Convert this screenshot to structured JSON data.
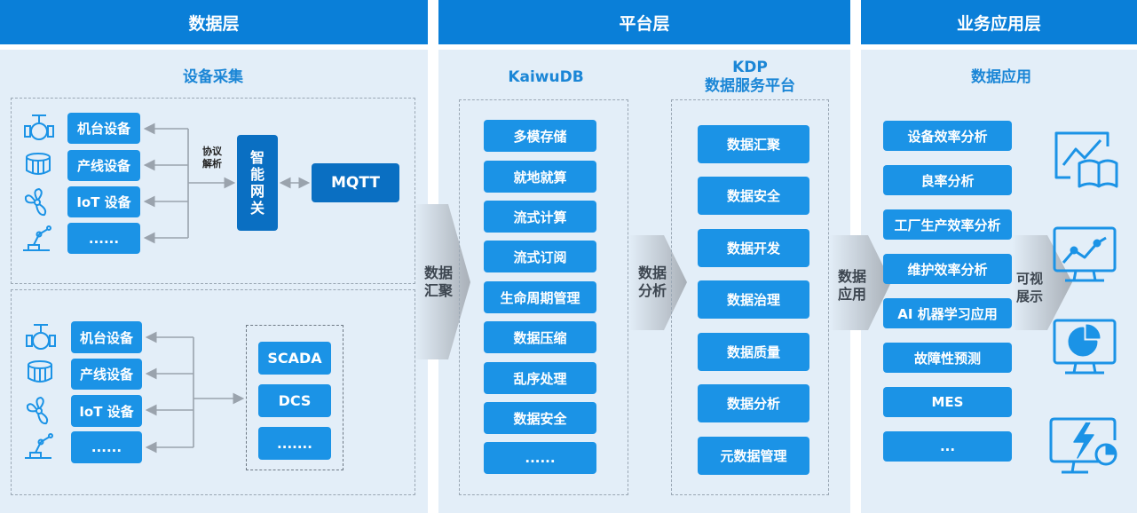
{
  "headers": {
    "data_layer": "数据层",
    "platform_layer": "平台层",
    "business_layer": "业务应用层"
  },
  "left": {
    "title": "设备采集",
    "group1": {
      "devices": [
        "机台设备",
        "产线设备",
        "IoT 设备",
        "......"
      ],
      "protocol": "协议\n解析",
      "gateway": "智\n能\n网\n关",
      "mqtt": "MQTT"
    },
    "group2": {
      "devices": [
        "机台设备",
        "产线设备",
        "IoT 设备",
        "......"
      ],
      "systems": [
        "SCADA",
        "DCS",
        "......."
      ]
    }
  },
  "flow_labels": {
    "aggregate": "数据\n汇聚",
    "analyze": "数据\n分析",
    "apply": "数据\n应用",
    "visualize": "可视\n展示"
  },
  "kaiwudb": {
    "title": "KaiwuDB",
    "items": [
      "多模存储",
      "就地就算",
      "流式计算",
      "流式订阅",
      "生命周期管理",
      "数据压缩",
      "乱序处理",
      "数据安全",
      "......"
    ]
  },
  "kdp": {
    "title": "KDP\n数据服务平台",
    "items": [
      "数据汇聚",
      "数据安全",
      "数据开发",
      "数据治理",
      "数据质量",
      "数据分析",
      "元数据管理"
    ]
  },
  "apps": {
    "title": "数据应用",
    "items": [
      "设备效率分析",
      "良率分析",
      "工厂生产效率分析",
      "维护效率分析",
      "AI 机器学习应用",
      "故障性预测",
      "MES",
      "..."
    ]
  },
  "icons": [
    "valve-icon",
    "drum-icon",
    "fan-icon",
    "robot-arm-icon",
    "dashboard-book-icon",
    "line-chart-monitor-icon",
    "pie-chart-monitor-icon",
    "power-monitor-icon"
  ],
  "colors": {
    "header": "#0a7fd8",
    "panel": "#e3eef8",
    "box": "#1b93e6",
    "box_dark": "#0a6fc2",
    "title": "#1b86d6",
    "arrow": "#9aa3ad",
    "icon": "#1b93e6"
  }
}
